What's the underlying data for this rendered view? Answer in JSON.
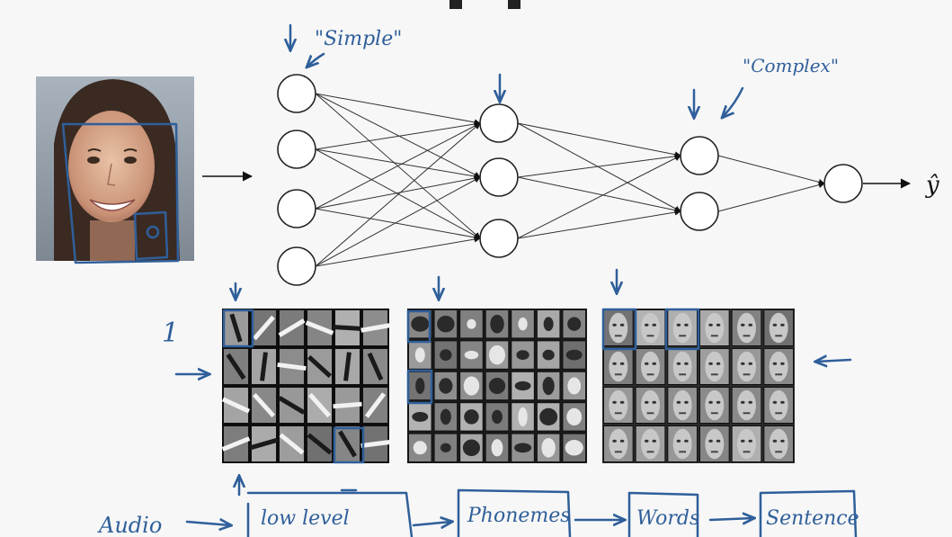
{
  "annotations": {
    "simple": "\"Simple\"",
    "complex": "\"Complex\"",
    "one": "1"
  },
  "output_label": "ŷ",
  "pipeline": {
    "input": "Audio",
    "steps": [
      "low level",
      "Phonemes",
      "Words",
      "Sentence"
    ]
  },
  "network": {
    "layers": [
      4,
      3,
      2,
      1
    ]
  },
  "colors": {
    "ink": "#2f5f9a",
    "background": "#f7f7f7"
  },
  "icons": [
    "face-photo",
    "edge-filter-grid",
    "face-part-grid",
    "face-grid"
  ]
}
